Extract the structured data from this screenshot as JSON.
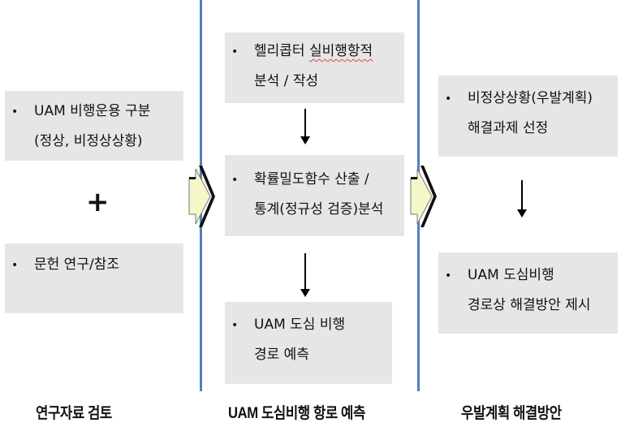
{
  "columns": [
    {
      "caption": "연구자료 검토",
      "boxes": [
        {
          "line1": "UAM 비행운용 구분",
          "line2": "(정상, 비정상상황)"
        },
        {
          "line1": "문헌 연구/참조",
          "line2": ""
        }
      ],
      "connector": "+"
    },
    {
      "caption": "UAM 도심비행 항로 예측",
      "boxes": [
        {
          "line1_plain": "헬리콥터 ",
          "line1_marked": "실비행항적",
          "line2": "분석 / 작성"
        },
        {
          "line1": "확률밀도함수 산출 /",
          "line2": "통계(정규성 검증)분석"
        },
        {
          "line1": "UAM 도심 비행",
          "line2": "경로 예측"
        }
      ]
    },
    {
      "caption": "우발계획 해결방안",
      "boxes": [
        {
          "line1": "비정상상황(우발계획)",
          "line2": "해결과제 선정"
        },
        {
          "line1": "UAM 도심비행",
          "line2": "경로상 해결방안 제시"
        }
      ]
    }
  ],
  "bullet": "•",
  "colors": {
    "divider": "#4f81bd",
    "box_fill": "#e6e6e6",
    "chevron_fill": "#f5f7c8",
    "arrow": "#000000"
  }
}
